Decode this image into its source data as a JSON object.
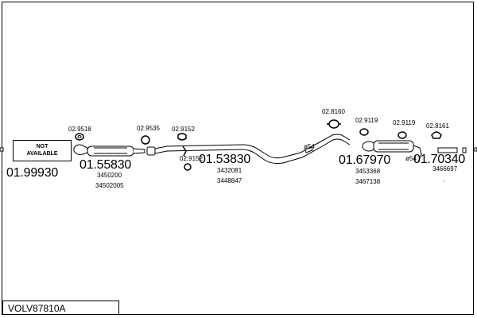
{
  "title": "VOLV87810A",
  "not_available": {
    "line1": "NOT",
    "line2": "AVAILABLE"
  },
  "part_numbers": {
    "p1": "01.99930",
    "p2": "01.55830",
    "p3": "01.53830",
    "p4": "01.67970",
    "p5": "01.70340"
  },
  "accessories": {
    "a1": "02.9518",
    "a2": "02.9535",
    "a3": "02.9152",
    "a4": "02.9152",
    "a5": "02.8160",
    "a6": "02.9119",
    "a7": "02.9119",
    "a8": "02.8161"
  },
  "oem_refs": {
    "r1": "3450200",
    "r2": "34502005",
    "r3": "3432081",
    "r4": "3448847",
    "r5": "3453368",
    "r6": "3467138",
    "r7": "3466697"
  },
  "clamp_labels": {
    "c1": "ø54",
    "c2": "ø54"
  }
}
